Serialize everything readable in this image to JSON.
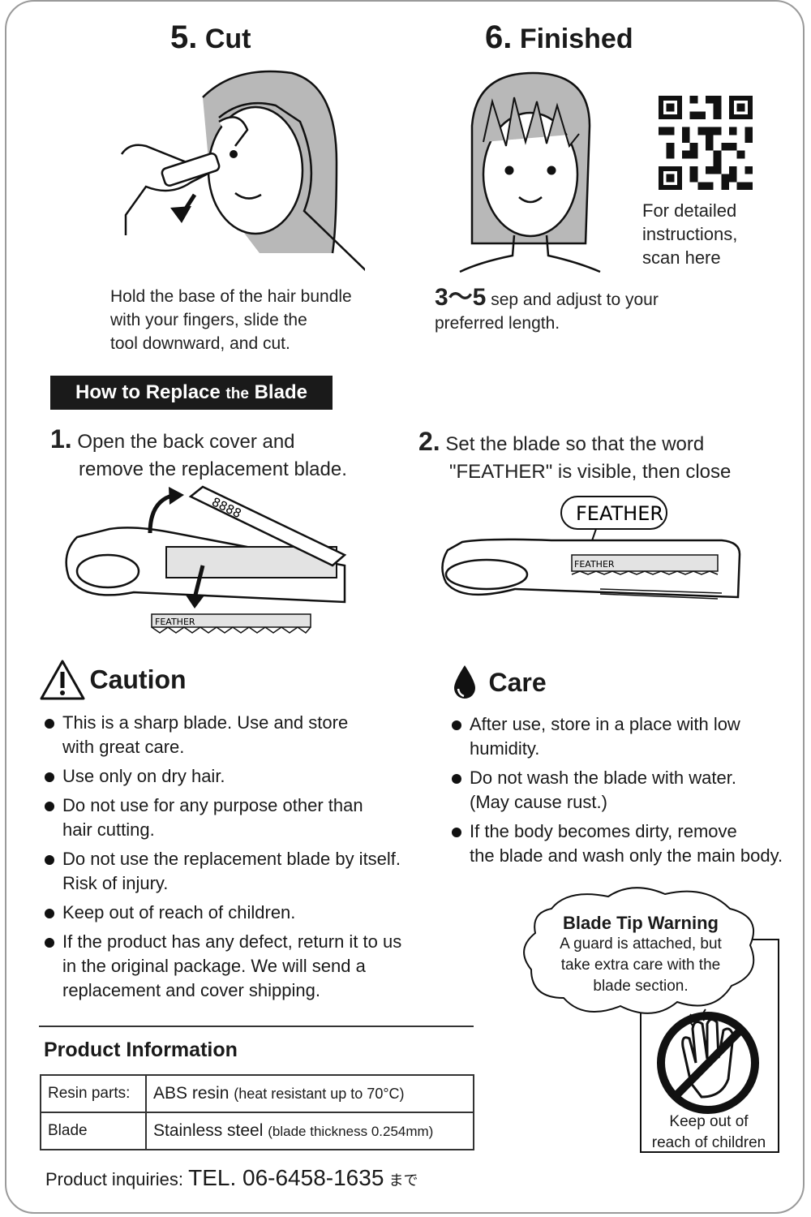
{
  "step5": {
    "num": "5.",
    "title": "Cut",
    "desc": [
      "Hold the base of the hair bundle",
      "with your fingers, slide the",
      "tool downward, and cut."
    ]
  },
  "step6": {
    "num": "6.",
    "title": "Finished",
    "desc_bold": "3～5",
    "desc": [
      "sep and adjust to your",
      "preferred length."
    ]
  },
  "qr": {
    "caption": [
      "For detailed",
      "instructions,",
      "scan here"
    ]
  },
  "replace": {
    "banner_a": "How to Replace ",
    "banner_b": "the",
    "banner_c": " Blade",
    "s1": {
      "num": "1.",
      "lines": [
        "Open the back cover and",
        "remove the replacement blade."
      ]
    },
    "s2": {
      "num": "2.",
      "lines": [
        "Set the blade so that the word",
        "\"FEATHER\" is visible, then close"
      ]
    },
    "blade_text": "FEATHER",
    "bubble": "FEATHER",
    "blade_mark": "8888"
  },
  "caution": {
    "title": "Caution",
    "items": [
      [
        "This is a sharp blade. Use and store",
        "with great care."
      ],
      [
        "Use only on dry hair."
      ],
      [
        "Do not use for any purpose other than",
        "hair cutting."
      ],
      [
        "Do not use the replacement blade by itself.",
        "Risk of injury."
      ],
      [
        "Keep out of reach of children."
      ],
      [
        "If the product has any defect, return it to us",
        "in the original package. We will send a",
        "replacement and cover shipping."
      ]
    ]
  },
  "care": {
    "title": "Care",
    "items": [
      [
        "After use, store in a place with low",
        "humidity."
      ],
      [
        "Do not wash the blade with water.",
        "(May cause rust.)"
      ],
      [
        "If the body becomes dirty, remove",
        "the blade and wash only the main body."
      ]
    ]
  },
  "warning": {
    "title": "Blade Tip Warning",
    "lines": [
      "A guard is attached, but",
      "take extra care with the",
      "blade section."
    ],
    "keep": [
      "Keep out of",
      "reach of children"
    ]
  },
  "product": {
    "title": "Product Information",
    "rows": [
      {
        "label": "Resin parts:",
        "value": "ABS resin",
        "note": "(heat resistant up to 70°C)"
      },
      {
        "label": "Blade",
        "value": "Stainless steel",
        "note": "(blade thickness 0.254mm)"
      }
    ]
  },
  "inquiry": {
    "label": "Product inquiries:",
    "tel": "TEL. 06-6458-1635",
    "suffix": "まで"
  }
}
